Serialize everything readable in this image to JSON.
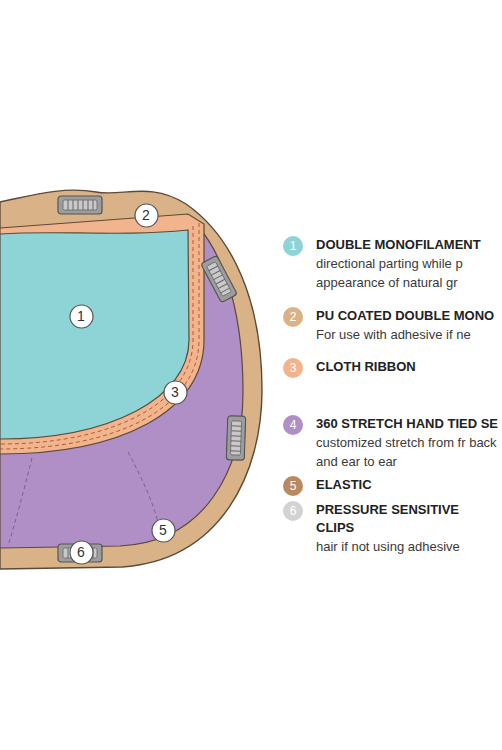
{
  "diagram": {
    "nodes": [
      {
        "text": [
          "2"
        ]
      },
      {
        "text": [
          "1"
        ]
      },
      {
        "text": [
          "3"
        ]
      },
      {
        "text": [
          "5"
        ]
      },
      {
        "text": [
          "6"
        ]
      }
    ],
    "labels": [
      "1",
      "directional parting while p appearance of natural gr",
      "2",
      "For use with adhesive if ne",
      "3",
      "4",
      "customized stretch from fr back and ear to ear",
      "5",
      "6",
      "hair if not using adhesive"
    ],
    "legend": [
      {
        "text": "DOUBLE MONOFILAMENT",
        "color": "#8ed4d6"
      },
      {
        "text": "PU COATED DOUBLE MONO",
        "color": "#d9b387"
      },
      {
        "text": "CLOTH RIBBON",
        "color": "#f2b48c"
      },
      {
        "text": "360 STRETCH HAND TIED SE",
        "color": "#b08fc6"
      },
      {
        "text": "ELASTIC",
        "color": "#b98a60"
      },
      {
        "text": "PRESSURE SENSITIVE CLIPS",
        "color": "#d3d3d3"
      }
    ]
  }
}
